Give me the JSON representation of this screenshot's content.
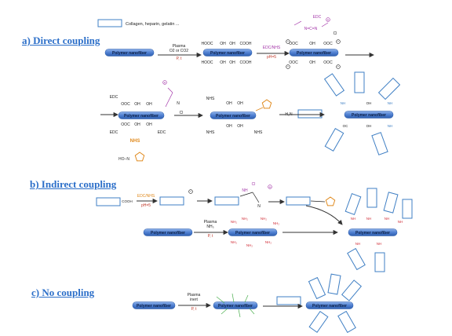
{
  "legend": {
    "label": "Collagen, heparin, gelatin ..."
  },
  "sections": {
    "a": "a) Direct coupling",
    "b": "b) Indirect coupling",
    "c": "c) No coupling"
  },
  "labels": {
    "polymer": "Polymer nanofiber",
    "plasma": "Plasma",
    "o2co2": "O2 or CO2",
    "pt": "P, t",
    "edc": "EDC",
    "edc_nhs": "EDC/NHS",
    "ph": "pH=5",
    "nhs": "NHS",
    "nh3": "NH₃",
    "inert": "inert",
    "cooh": "COOH",
    "hooc": "HOOC",
    "oh": "OH",
    "ooc": "OOC",
    "nhs_grp": "NHS",
    "h2n": "H₂N",
    "nh2": "NH₂",
    "nh": "NH",
    "oc": "OC",
    "cl": "Cl",
    "nh_plus": "NH",
    "n": "N",
    "ncn": "N=C=N",
    "ho_n": "HO–N"
  },
  "colors": {
    "section_title": "#2c6fc9",
    "fiber": "#4f7fd1",
    "box": "#3f7fc4",
    "edc_purple": "#a335a8",
    "nhs_orange": "#e08a1e",
    "plasma_red": "#c0392b",
    "amine_red": "#d1303a",
    "spike_green": "#4caf50",
    "arrow": "#333333"
  }
}
